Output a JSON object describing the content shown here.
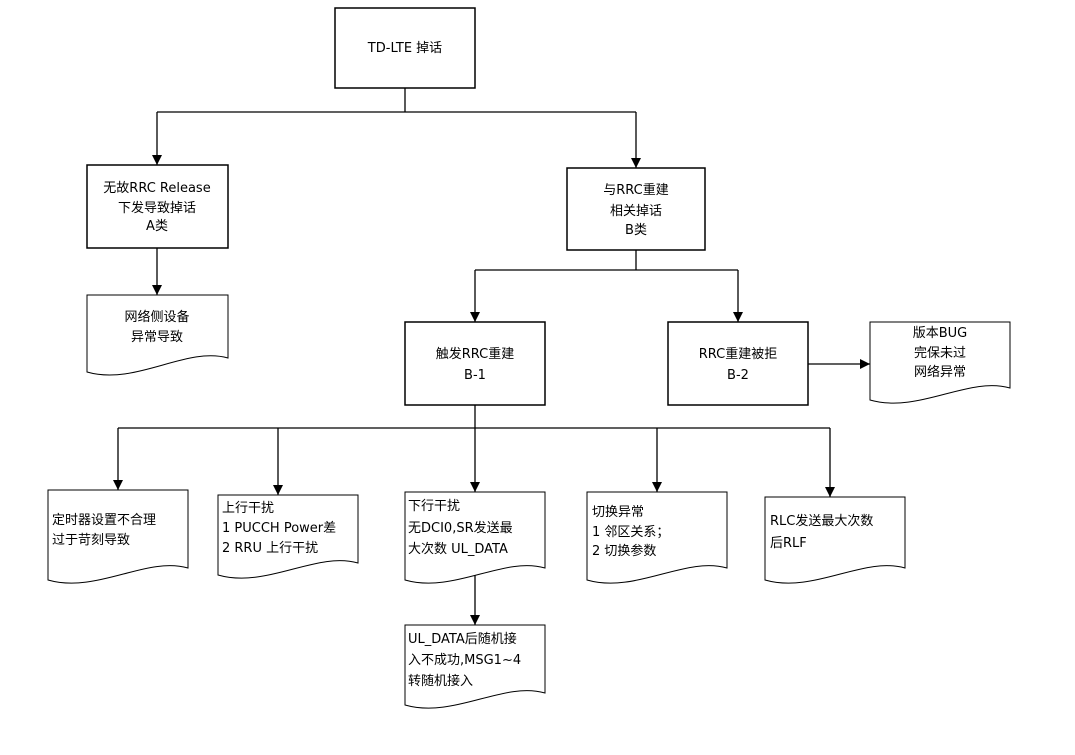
{
  "colors": {
    "background": "#ffffff",
    "stroke": "#000000",
    "text": "#000000"
  },
  "nodes": {
    "root": "TD-LTE 掉话",
    "a": [
      "无故RRC Release",
      "下发导致掉话",
      "A类"
    ],
    "a_cause": [
      "网络侧设备",
      "异常导致"
    ],
    "b": [
      "与RRC重建",
      "相关掉话",
      "B类"
    ],
    "b1": [
      "触发RRC重建",
      "B-1"
    ],
    "b2": [
      "RRC重建被拒",
      "B-2"
    ],
    "b2_cause": [
      "版本BUG",
      "完保未过",
      "网络异常"
    ],
    "timer": [
      "定时器设置不合理",
      "过于苛刻导致"
    ],
    "ul": [
      "上行干扰",
      "1 PUCCH Power差",
      "2 RRU 上行干扰"
    ],
    "dl": [
      "下行干扰",
      "无DCI0,SR发送最",
      "大次数 UL_DATA"
    ],
    "ho": [
      "切换异常",
      "1 邻区关系；",
      "2 切换参数"
    ],
    "rlc": [
      "RLC发送最大次数",
      "后RLF"
    ],
    "ra": [
      "UL_DATA后随机接",
      "入不成功,MSG1~4",
      "转随机接入"
    ]
  }
}
